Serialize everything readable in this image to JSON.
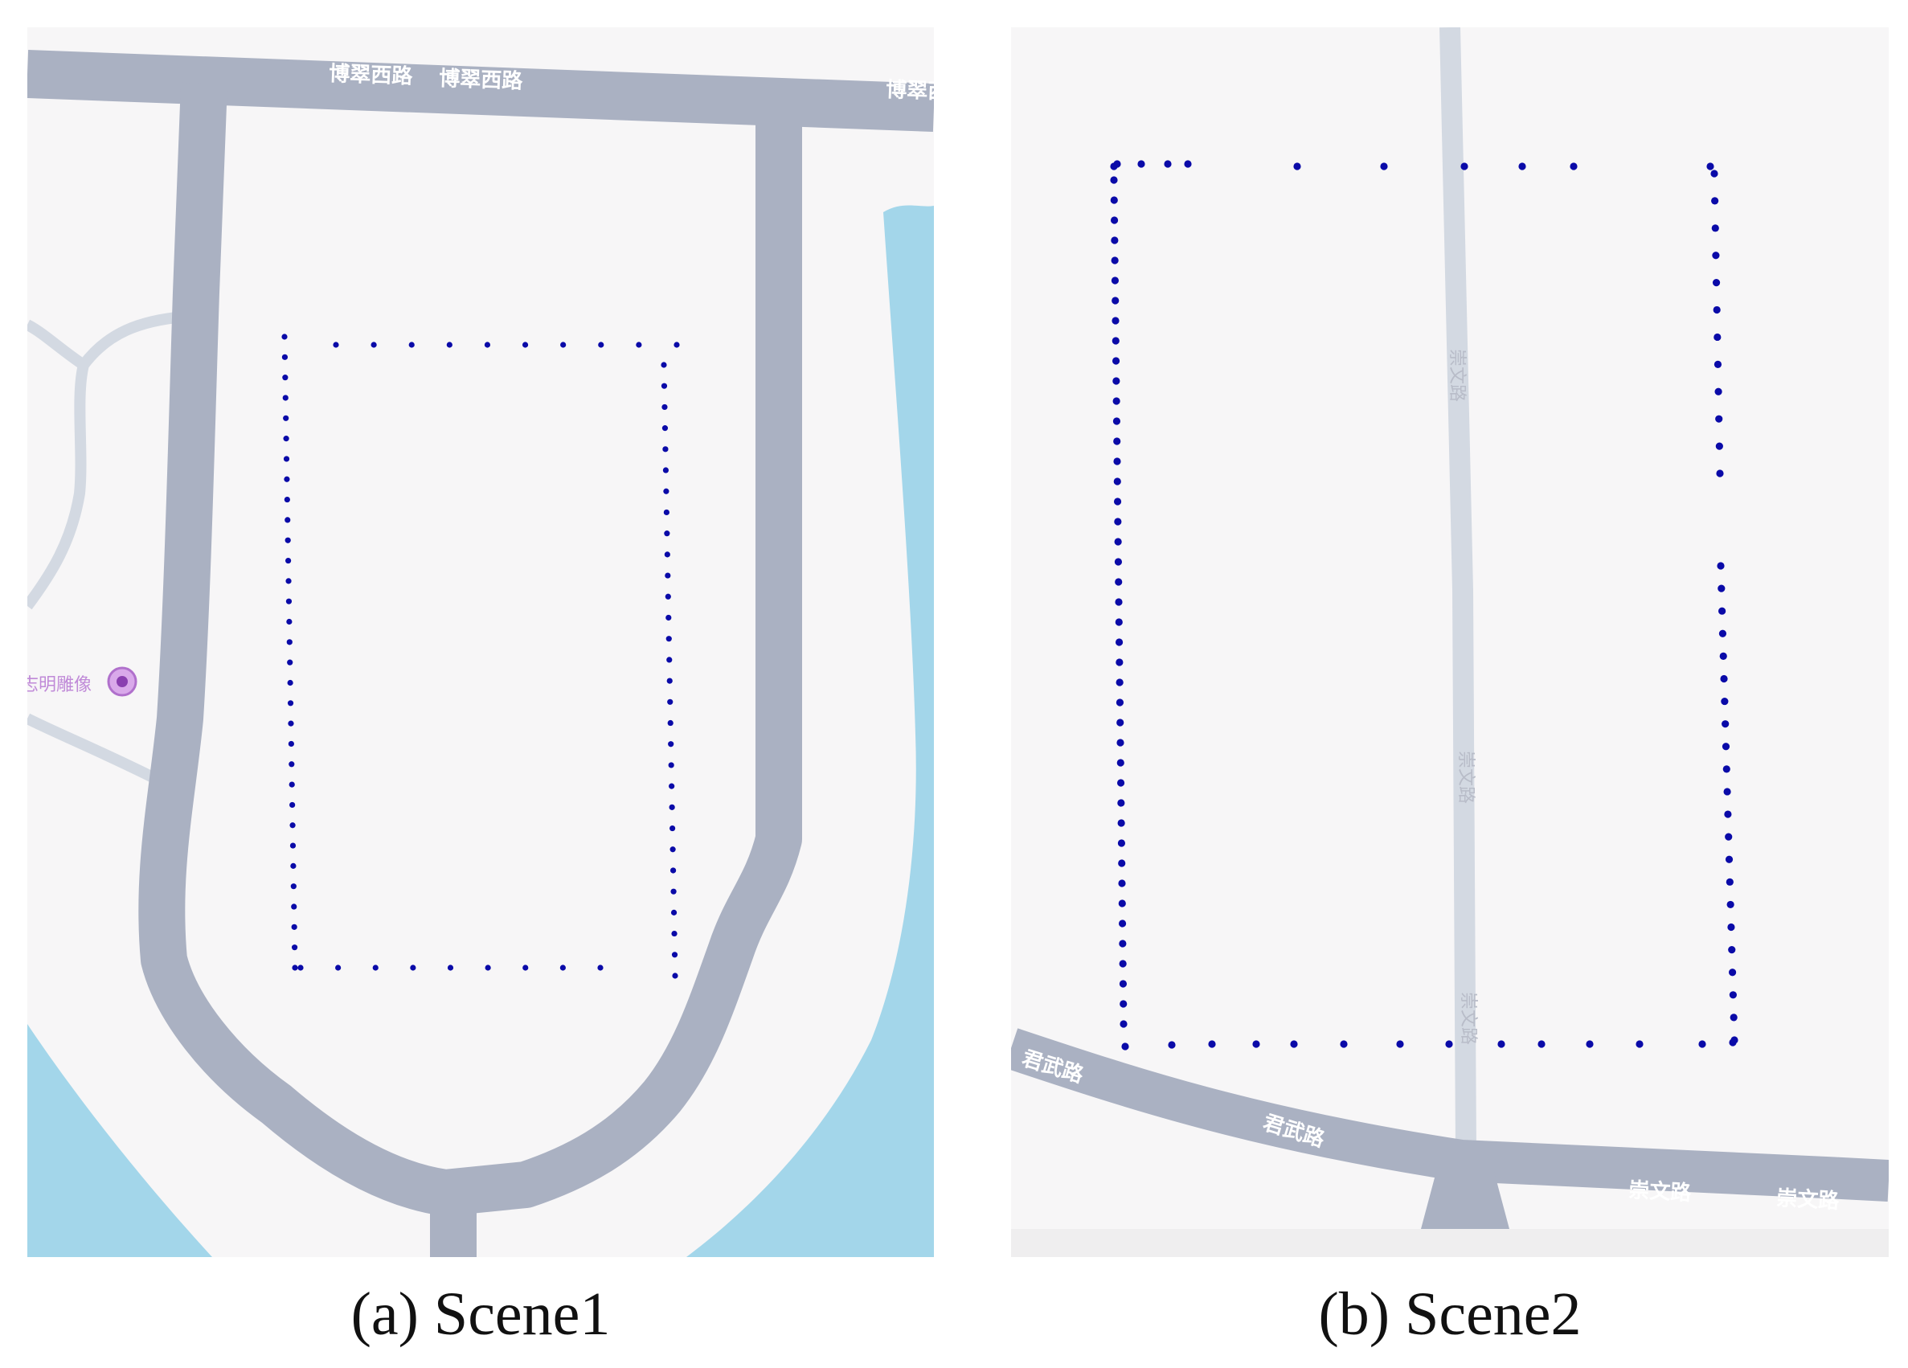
{
  "figure": {
    "panels": [
      {
        "id": "a",
        "caption": "(a) Scene1",
        "road_labels": [
          "博翠西路",
          "博翠西路",
          "博翠西"
        ],
        "poi_label": "志明雕像",
        "colors": {
          "background": "#f7f6f7",
          "road": "#aab1c2",
          "minor_road": "#d3d9e2",
          "water": "#a3d6ea",
          "dots": "#0a0aa8",
          "poi": "#c08ad8"
        }
      },
      {
        "id": "b",
        "caption": "(b) Scene2",
        "road_labels": [
          "君武路",
          "君武路",
          "崇文路",
          "崇文路"
        ],
        "vertical_road_labels": [
          "崇文路",
          "崇文路",
          "崇文路"
        ],
        "colors": {
          "background": "#f7f6f7",
          "road": "#aab1c2",
          "minor_road": "#d3d9e2",
          "dots": "#0a0aa8"
        }
      }
    ]
  }
}
